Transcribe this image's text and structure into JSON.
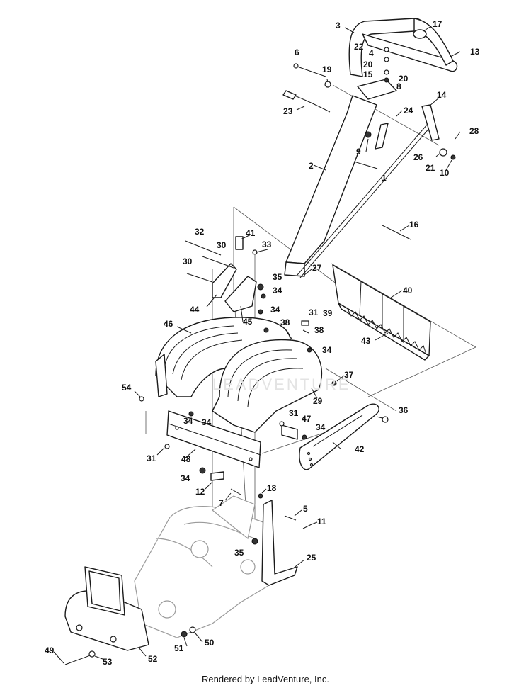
{
  "diagram": {
    "callouts": [
      "1",
      "2",
      "3",
      "4",
      "5",
      "6",
      "7",
      "8",
      "9",
      "10",
      "11",
      "12",
      "13",
      "14",
      "15",
      "16",
      "17",
      "18",
      "19",
      "20",
      "20",
      "21",
      "22",
      "23",
      "24",
      "25",
      "26",
      "27",
      "28",
      "29",
      "30",
      "30",
      "31",
      "31",
      "31",
      "32",
      "33",
      "34",
      "34",
      "34",
      "34",
      "34",
      "34",
      "34",
      "35",
      "35",
      "36",
      "37",
      "38",
      "38",
      "39",
      "40",
      "41",
      "42",
      "43",
      "44",
      "45",
      "46",
      "47",
      "48",
      "49",
      "50",
      "51",
      "52",
      "53",
      "54"
    ],
    "watermark": "LEADVENTURE",
    "credit": "Rendered by LeadVenture, Inc."
  }
}
